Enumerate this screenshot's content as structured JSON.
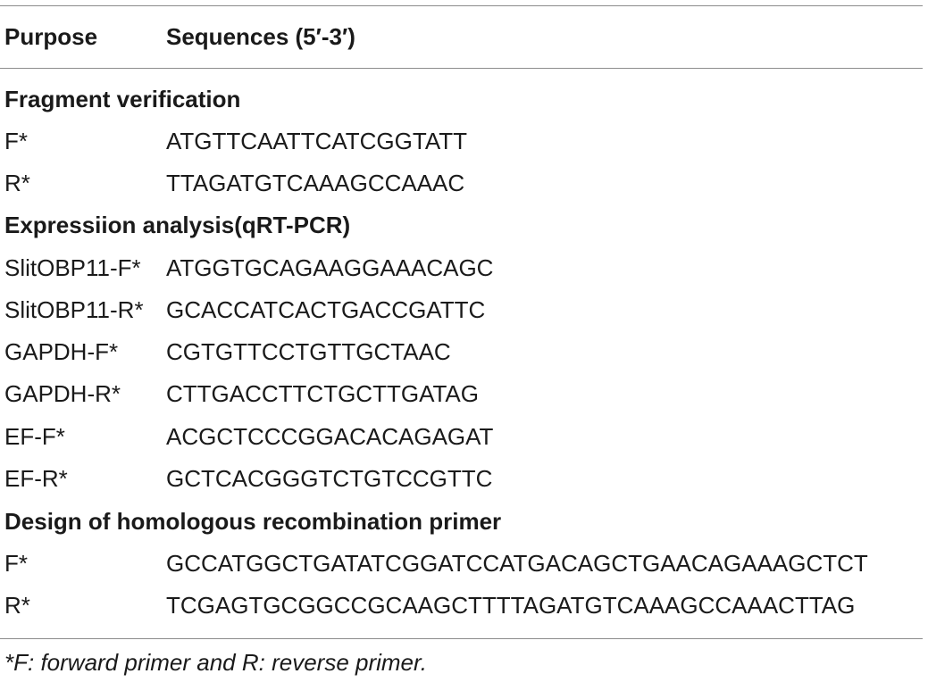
{
  "table": {
    "headers": {
      "purpose": "Purpose",
      "sequences": "Sequences (5′-3′)"
    },
    "sections": [
      {
        "title": "Fragment verification",
        "rows": [
          {
            "name": "F*",
            "sequence": "ATGTTCAATTCATCGGTATT"
          },
          {
            "name": "R*",
            "sequence": "TTAGATGTCAAAGCCAAAC"
          }
        ]
      },
      {
        "title": "Expressiion analysis(qRT-PCR)",
        "rows": [
          {
            "name": "SlitOBP11-F*",
            "sequence": "ATGGTGCAGAAGGAAACAGC"
          },
          {
            "name": "SlitOBP11-R*",
            "sequence": "GCACCATCACTGACCGATTC"
          },
          {
            "name": "GAPDH-F*",
            "sequence": "CGTGTTCCTGTTGCTAAC"
          },
          {
            "name": "GAPDH-R*",
            "sequence": "CTTGACCTTCTGCTTGATAG"
          },
          {
            "name": "EF-F*",
            "sequence": "ACGCTCCCGGACACAGAGAT"
          },
          {
            "name": "EF-R*",
            "sequence": "GCTCACGGGTCTGTCCGTTC"
          }
        ]
      },
      {
        "title": "Design of homologous recombination primer",
        "rows": [
          {
            "name": "F*",
            "sequence": "GCCATGGCTGATATCGGATCCATGACAGCTGAACAGAAAGCTCT"
          },
          {
            "name": "R*",
            "sequence": "TCGAGTGCGGCCGCAAGCTTTTAGATGTCAAAGCCAAACTTAG"
          }
        ]
      }
    ],
    "footnote": "*F: forward primer and R: reverse primer."
  }
}
